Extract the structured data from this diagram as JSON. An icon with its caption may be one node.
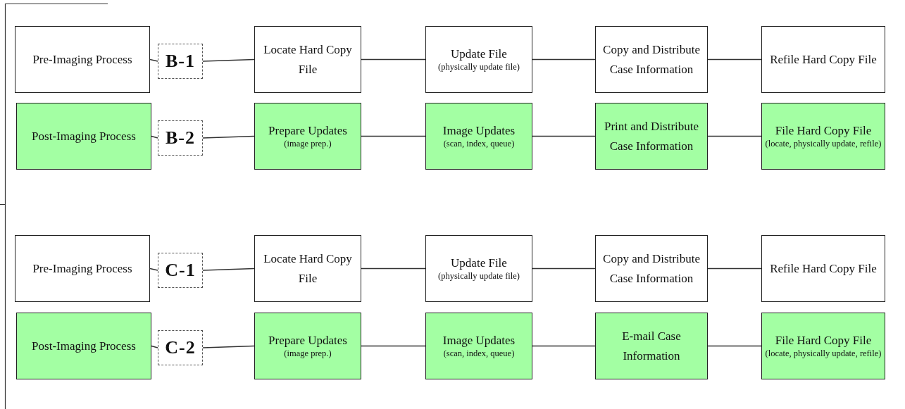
{
  "diagram": {
    "nodes": [
      {
        "text": [
          "Pre-Imaging Process"
        ]
      },
      {
        "text": [
          "B-1"
        ]
      },
      {
        "text": [
          "Locate Hard Copy File"
        ]
      },
      {
        "text": [
          "Update File",
          "(physically update file)"
        ]
      },
      {
        "text": [
          "Copy and Distribute Case Information"
        ]
      },
      {
        "text": [
          "Refile Hard Copy File"
        ]
      },
      {
        "text": [
          "Post-Imaging Process"
        ]
      },
      {
        "text": [
          "B-2"
        ]
      },
      {
        "text": [
          "Prepare Updates",
          "(image prep.)"
        ]
      },
      {
        "text": [
          "Image Updates",
          "(scan, index, queue)"
        ]
      },
      {
        "text": [
          "Print and Distribute Case Information"
        ]
      },
      {
        "text": [
          "File Hard Copy File",
          "(locate, physically update, refile)"
        ]
      },
      {
        "text": [
          "Pre-Imaging Process"
        ]
      },
      {
        "text": [
          "C-1"
        ]
      },
      {
        "text": [
          "Locate Hard Copy File"
        ]
      },
      {
        "text": [
          "Update File",
          "(physically update file)"
        ]
      },
      {
        "text": [
          "Copy and Distribute Case Information"
        ]
      },
      {
        "text": [
          "Refile Hard Copy File"
        ]
      },
      {
        "text": [
          "Post-Imaging Process"
        ]
      },
      {
        "text": [
          "C-2"
        ]
      },
      {
        "text": [
          "Prepare Updates",
          "(image prep.)"
        ]
      },
      {
        "text": [
          "Image Updates",
          "(scan, index, queue)"
        ]
      },
      {
        "text": [
          "E-mail Case Information"
        ]
      },
      {
        "text": [
          "File Hard Copy File",
          "(locate, physically update, refile)"
        ]
      }
    ],
    "edges": [
      {
        "from": 0,
        "to": 1,
        "arrow": "none"
      },
      {
        "from": 1,
        "to": 2,
        "arrow": "none"
      },
      {
        "from": 2,
        "to": 3,
        "arrow": "none"
      },
      {
        "from": 3,
        "to": 4,
        "arrow": "none"
      },
      {
        "from": 4,
        "to": 5,
        "arrow": "none"
      },
      {
        "from": 6,
        "to": 7,
        "arrow": "none"
      },
      {
        "from": 7,
        "to": 8,
        "arrow": "none"
      },
      {
        "from": 8,
        "to": 9,
        "arrow": "none"
      },
      {
        "from": 9,
        "to": 10,
        "arrow": "none"
      },
      {
        "from": 10,
        "to": 11,
        "arrow": "none"
      },
      {
        "from": 12,
        "to": 13,
        "arrow": "none"
      },
      {
        "from": 13,
        "to": 14,
        "arrow": "none"
      },
      {
        "from": 14,
        "to": 15,
        "arrow": "none"
      },
      {
        "from": 15,
        "to": 16,
        "arrow": "none"
      },
      {
        "from": 16,
        "to": 17,
        "arrow": "none"
      },
      {
        "from": 18,
        "to": 19,
        "arrow": "none"
      },
      {
        "from": 19,
        "to": 20,
        "arrow": "none"
      },
      {
        "from": 20,
        "to": 21,
        "arrow": "none"
      },
      {
        "from": 21,
        "to": 22,
        "arrow": "none"
      },
      {
        "from": 22,
        "to": 23,
        "arrow": "none"
      }
    ]
  }
}
